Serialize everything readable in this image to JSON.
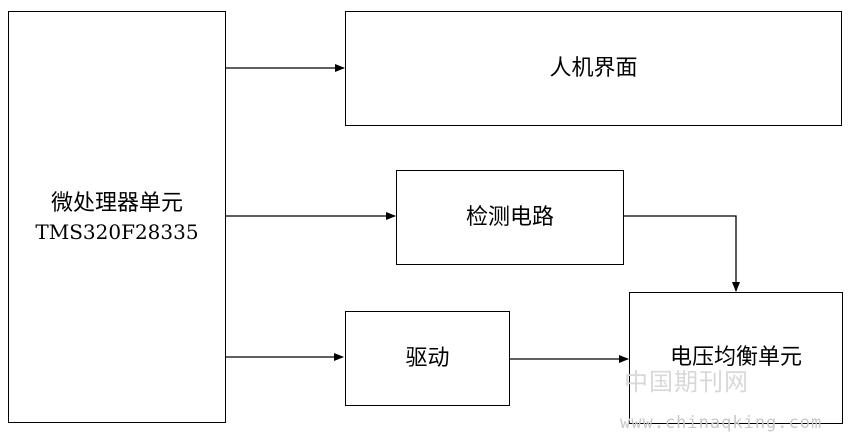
{
  "blocks": {
    "mcu": {
      "label": "微处理器单元",
      "model": "TMS320F28335"
    },
    "hmi": {
      "label": "人机界面"
    },
    "detect": {
      "label": "检测电路"
    },
    "drive": {
      "label": "驱动"
    },
    "balance": {
      "label": "电压均衡单元"
    }
  },
  "watermark": {
    "site_name": "中国期刊网",
    "url": "www.chinaqking.com"
  },
  "colors": {
    "line": "#000000",
    "background": "#ffffff",
    "watermark": "#cccccc"
  }
}
